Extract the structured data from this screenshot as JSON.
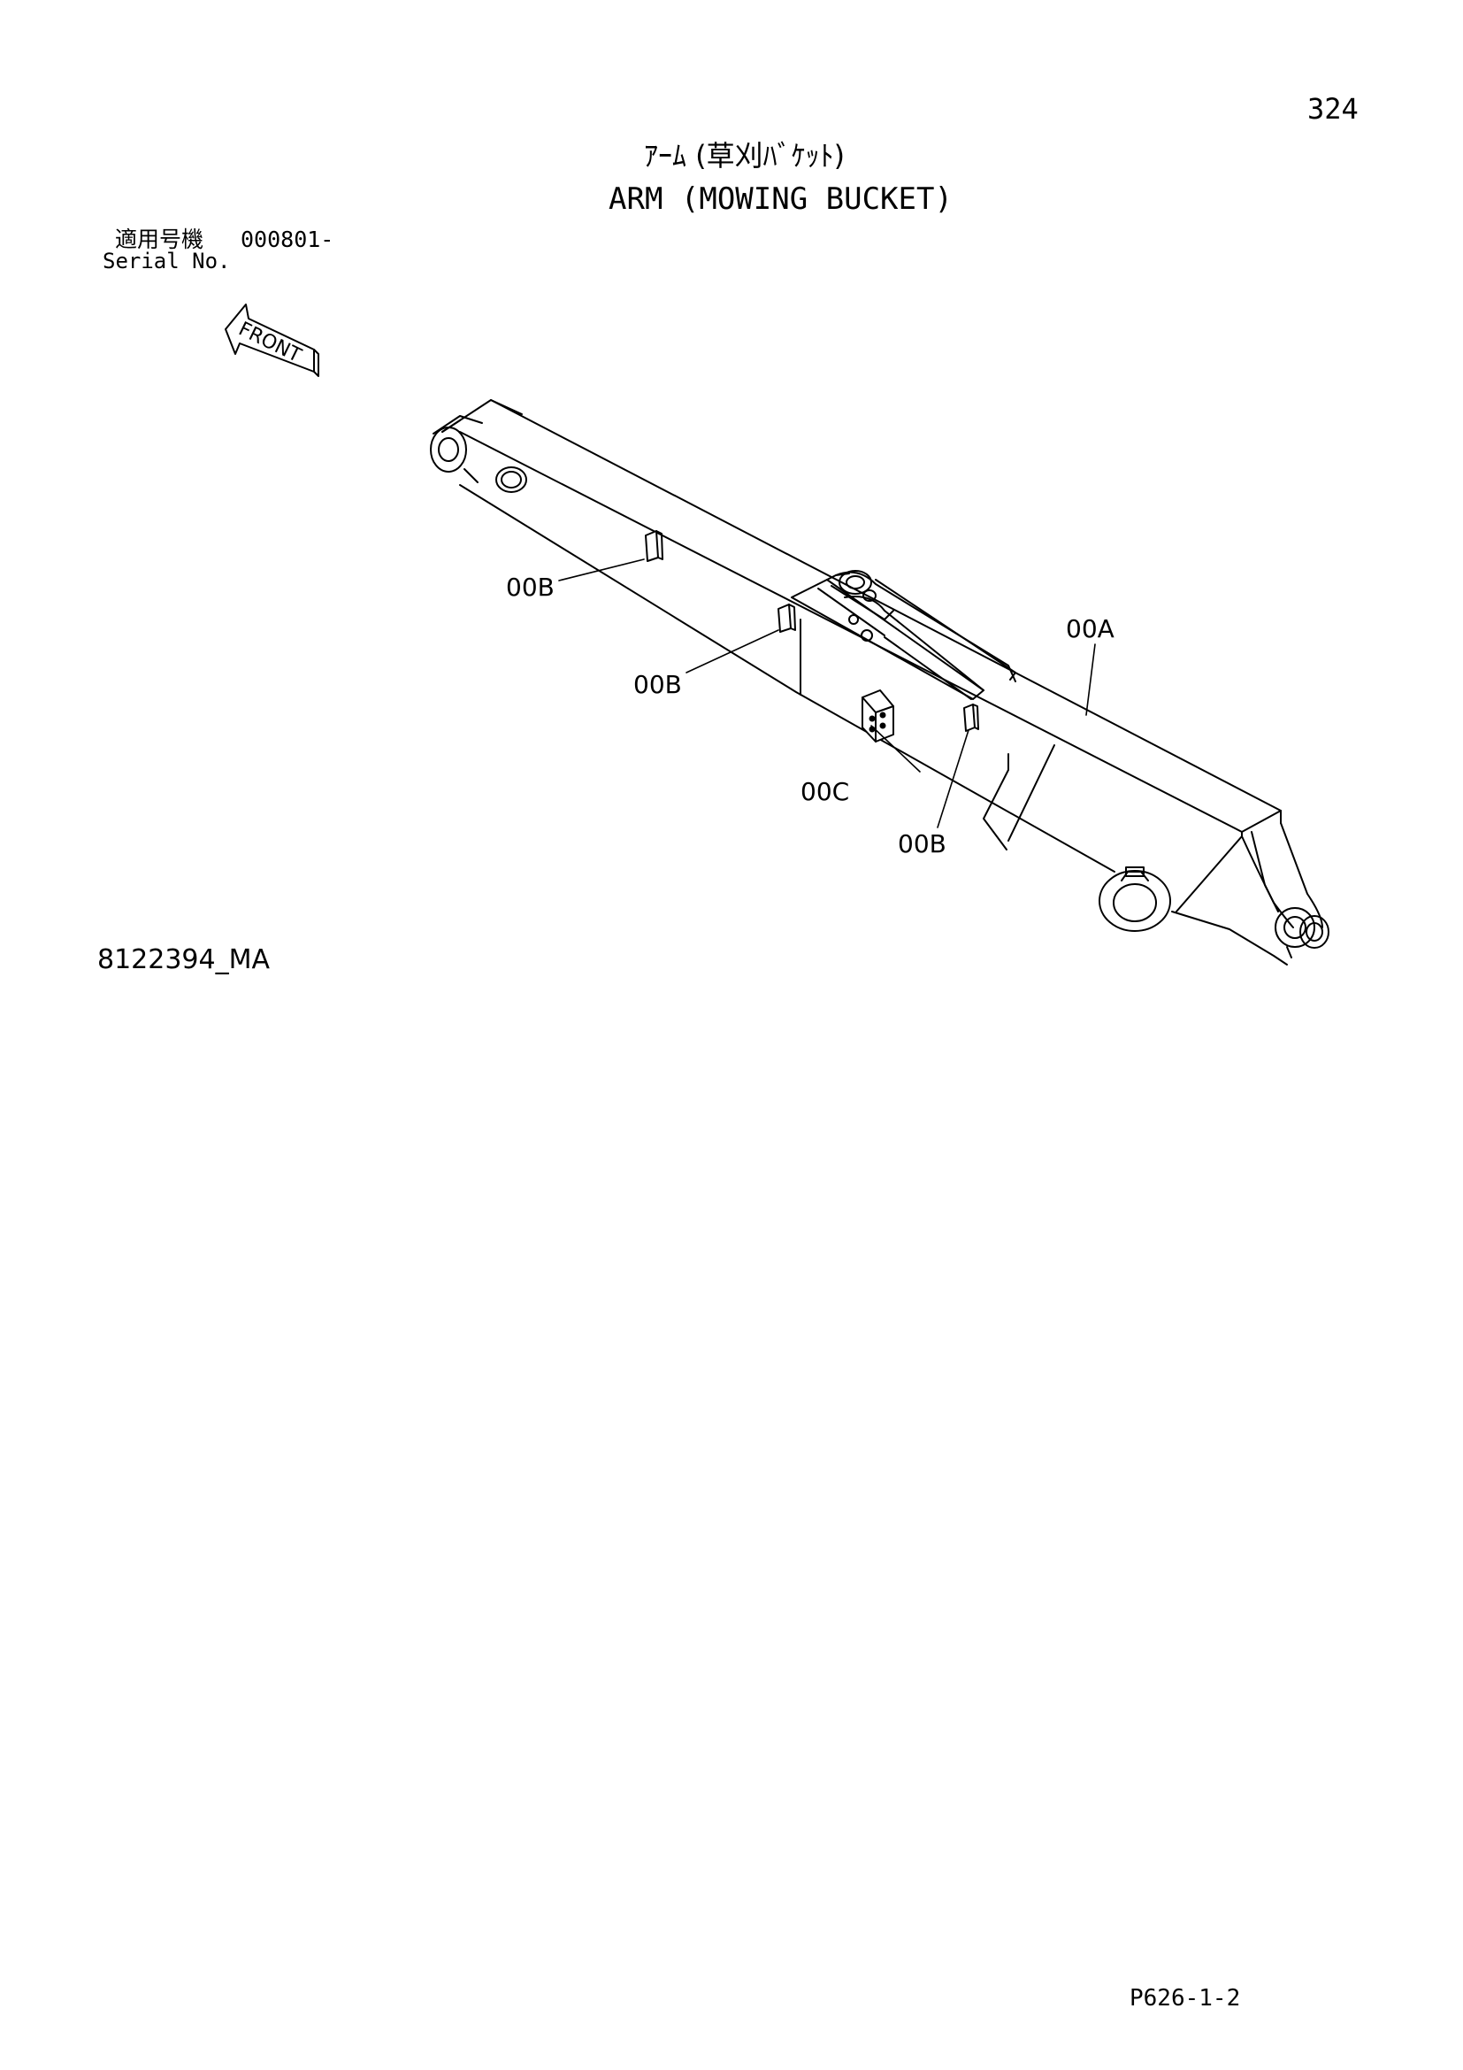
{
  "header": {
    "page_number": "324",
    "title_jp": "ｱｰﾑ (草刈ﾊﾞｹｯﾄ)",
    "title_en": "ARM (MOWING BUCKET)"
  },
  "serial": {
    "label_jp": "適用号機",
    "range": "000801-",
    "label_en": "Serial No."
  },
  "orientation": {
    "front_label": "FRONT"
  },
  "callouts": {
    "a": "00A",
    "b1": "00B",
    "b2": "00B",
    "b3": "00B",
    "c": "00C"
  },
  "footer": {
    "drawing_code": "8122394_MA",
    "sheet_code": "P626-1-2"
  }
}
